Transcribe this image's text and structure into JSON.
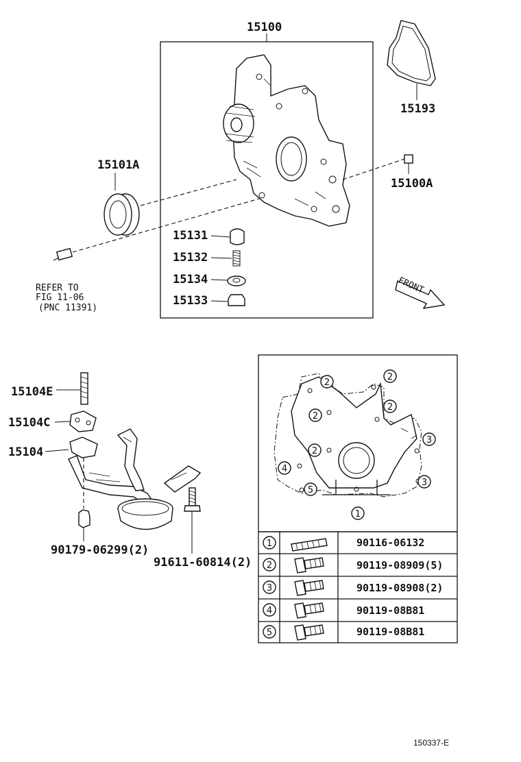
{
  "parts": {
    "oil_pump_assy": "15100",
    "gasket": "15193",
    "oil_seal": "15101A",
    "pin": "15100A",
    "relief_valve": "15131",
    "spring": "15132",
    "retainer": "15134",
    "plug": "15133",
    "stud": "15104E",
    "strainer_gasket": "15104C",
    "strainer": "15104",
    "nut": "90179-06299(2)",
    "bolt": "91611-60814(2)"
  },
  "reference": {
    "line1": "REFER TO",
    "line2": "FIG 11-06",
    "line3": "(PNC 11391)"
  },
  "front_label": "FRONT",
  "bolt_map": {
    "markers": [
      "1",
      "2",
      "3",
      "4",
      "5"
    ]
  },
  "bolt_table": {
    "rows": [
      {
        "num": "1",
        "part": "90116-06132"
      },
      {
        "num": "2",
        "part": "90119-08909(5)"
      },
      {
        "num": "3",
        "part": "90119-08908(2)"
      },
      {
        "num": "4",
        "part": "90119-08B81"
      },
      {
        "num": "5",
        "part": "90119-08B81"
      }
    ]
  },
  "footer_code": "150337-E"
}
